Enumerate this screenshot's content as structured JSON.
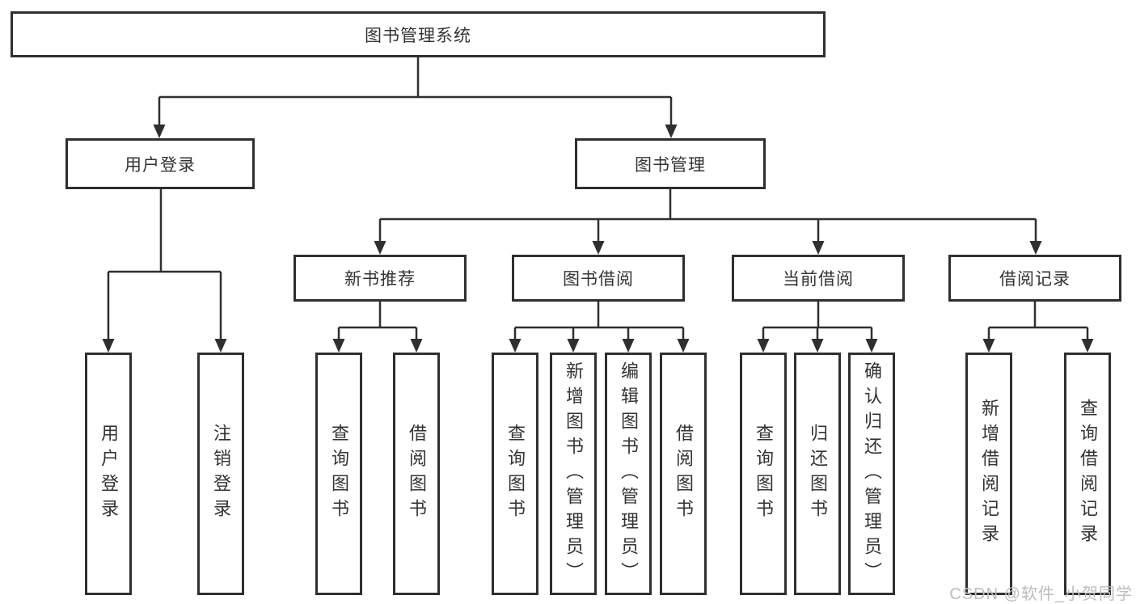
{
  "title": "图书管理系统",
  "watermark": "CSDN @软件_小贺同学",
  "colors": {
    "line": "#2f2f2f",
    "text": "#333333",
    "background": "#ffffff",
    "watermark": "#bdbdbd"
  },
  "tree": {
    "root": "图书管理系统",
    "user_login": {
      "label": "用户登录",
      "children": [
        "用户登录",
        "注销登录"
      ]
    },
    "book_mgmt": {
      "label": "图书管理"
    },
    "new_books": {
      "label": "新书推荐",
      "children": [
        "查询图书",
        "借阅图书"
      ]
    },
    "borrowing": {
      "label": "图书借阅",
      "children": [
        "查询图书",
        "新增图书（管理员）",
        "编辑图书（管理员）",
        "借阅图书"
      ]
    },
    "current_borrow": {
      "label": "当前借阅",
      "children": [
        "查询图书",
        "归还图书",
        "确认归还（管理员）"
      ]
    },
    "borrow_records": {
      "label": "借阅记录",
      "children": [
        "新增借阅记录",
        "查询借阅记录"
      ]
    }
  }
}
